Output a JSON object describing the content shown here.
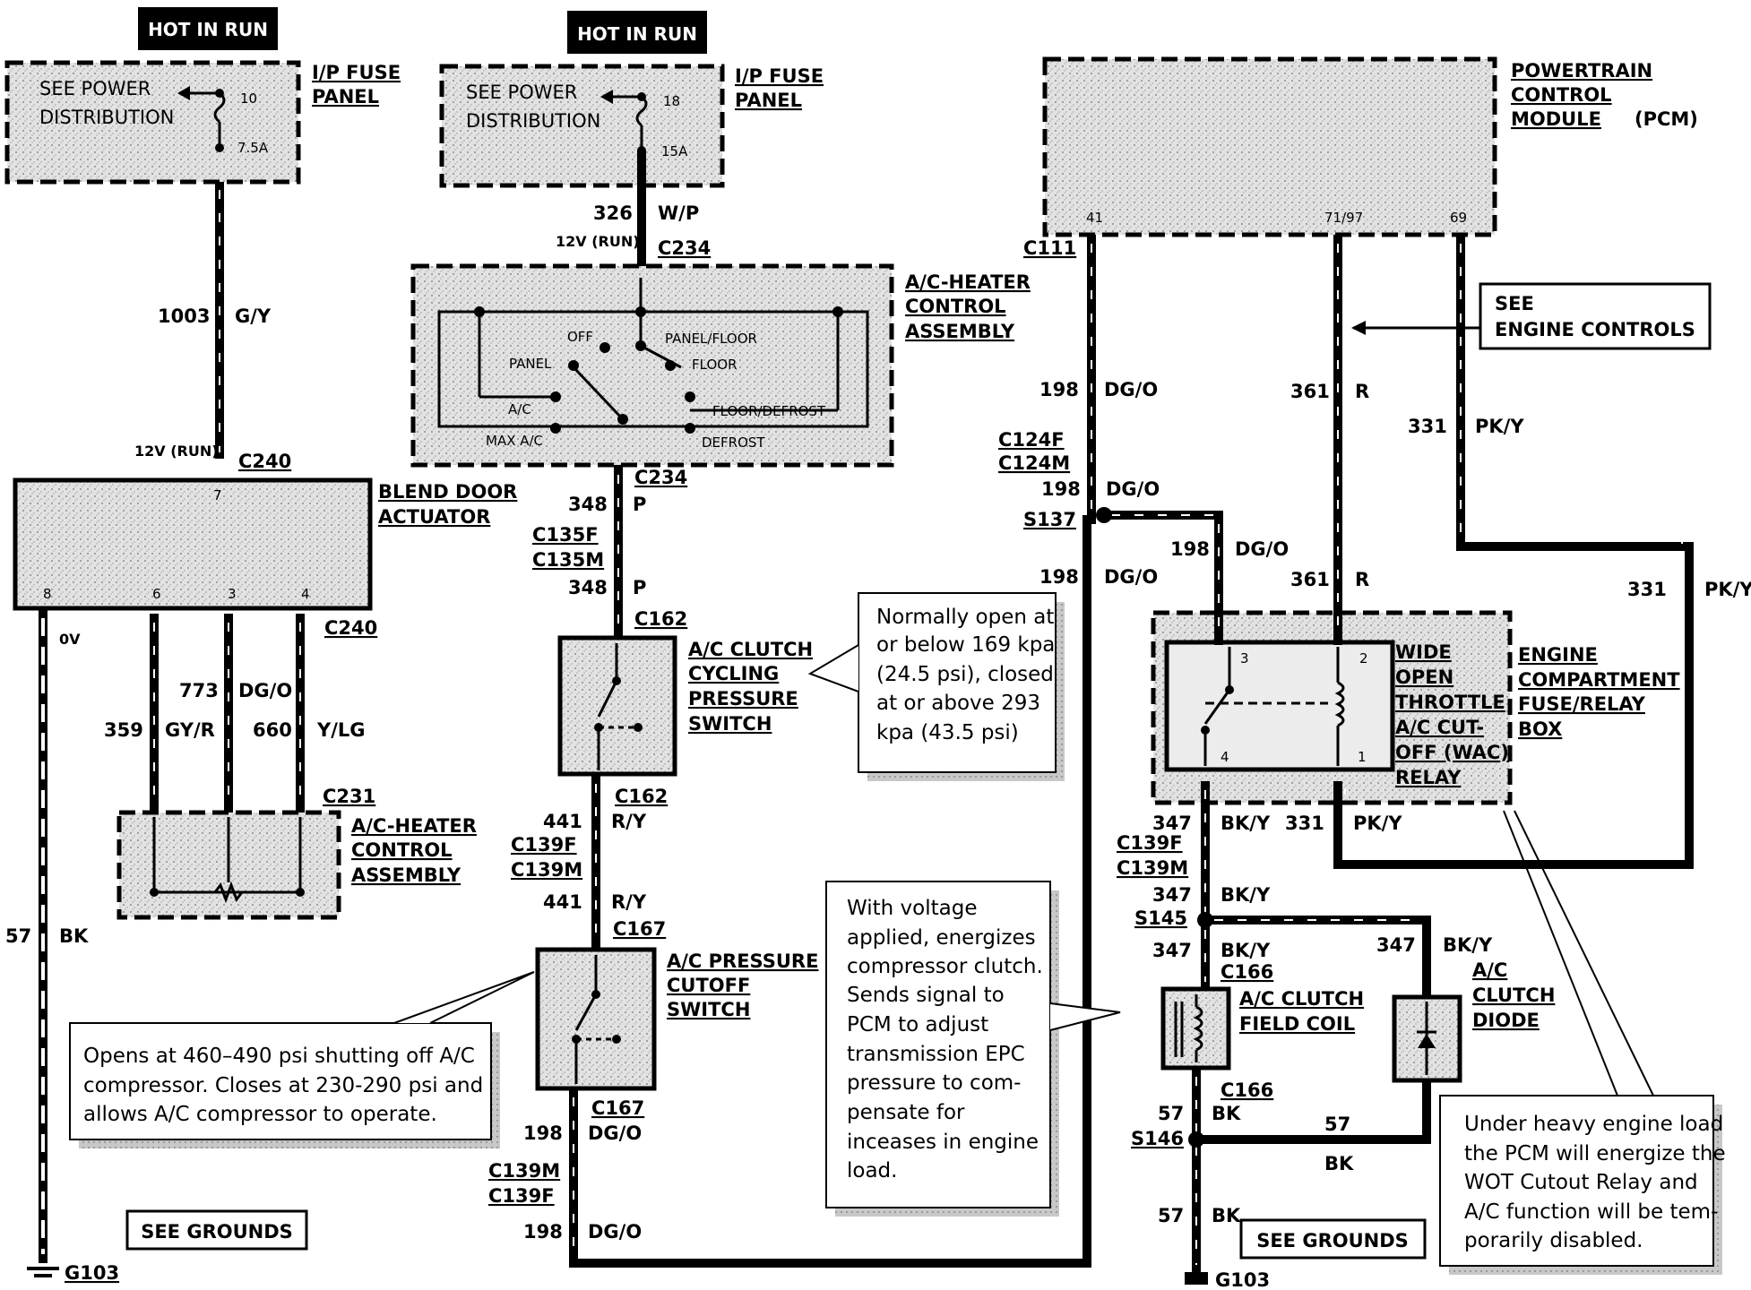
{
  "hot_label": "HOT IN RUN",
  "fuse1": {
    "dist": [
      "SEE POWER",
      "DISTRIBUTION"
    ],
    "panel": [
      "I/P FUSE",
      "PANEL"
    ],
    "num": "10",
    "amp": "7.5A"
  },
  "fuse2": {
    "dist": [
      "SEE POWER",
      "DISTRIBUTION"
    ],
    "panel": [
      "I/P FUSE",
      "PANEL"
    ],
    "num": "18",
    "amp": "15A"
  },
  "pcm": {
    "title": [
      "POWERTRAIN",
      "CONTROL",
      "MODULE"
    ],
    "suffix": "(PCM)",
    "pins": [
      "41",
      "71/97",
      "69"
    ]
  },
  "engine_controls": [
    "SEE",
    "ENGINE CONTROLS"
  ],
  "hvac": {
    "title": [
      "A/C-HEATER",
      "CONTROL",
      "ASSEMBLY"
    ],
    "modes": [
      "OFF",
      "PANEL/FLOOR",
      "PANEL",
      "FLOOR",
      "A/C",
      "FLOOR/DEFROST",
      "MAX A/C",
      "DEFROST"
    ]
  },
  "blend_door": {
    "title": [
      "BLEND DOOR",
      "ACTUATOR"
    ],
    "pins": [
      "7",
      "8",
      "6",
      "3",
      "4"
    ],
    "ov": "0V"
  },
  "hvac2": {
    "title": [
      "A/C-HEATER",
      "CONTROL",
      "ASSEMBLY"
    ]
  },
  "cycling": {
    "title": [
      "A/C CLUTCH",
      "CYCLING",
      "PRESSURE",
      "SWITCH"
    ]
  },
  "cutoff": {
    "title": [
      "A/C PRESSURE",
      "CUTOFF",
      "SWITCH"
    ]
  },
  "wac": {
    "title": [
      "WIDE",
      "OPEN",
      "THROTTLE",
      "A/C CUT-",
      "OFF (WAC)",
      "RELAY"
    ],
    "pins": [
      "3",
      "2",
      "4",
      "1"
    ]
  },
  "fuse_box": [
    "ENGINE",
    "COMPARTMENT",
    "FUSE/RELAY",
    "BOX"
  ],
  "field_coil": [
    "A/C CLUTCH",
    "FIELD COIL"
  ],
  "diode": [
    "A/C",
    "CLUTCH",
    "DIODE"
  ],
  "notes": {
    "cycling": [
      "Normally open at",
      "or below 169 kpa",
      "(24.5 psi), closed",
      "at or above 293",
      "kpa (43.5 psi)"
    ],
    "cutoff": [
      "Opens at 460–490 psi shutting off A/C",
      "compressor. Closes at  230-290 psi and",
      "allows A/C compressor to  operate."
    ],
    "voltage": [
      "With voltage",
      "applied, energizes",
      "compressor clutch.",
      "Sends signal to",
      "PCM to adjust",
      "transmission EPC",
      "pressure to com-",
      "pensate for",
      "inceases in engine",
      "load."
    ],
    "wot": [
      "Under heavy engine load",
      "the PCM will energize the",
      "WOT Cutout Relay and",
      "A/C function will be tem-",
      "porarily disabled."
    ]
  },
  "grounds": {
    "see": "SEE GROUNDS",
    "g103": "G103"
  },
  "connectors": {
    "c240": "C240",
    "c234": "C234",
    "c111": "C111",
    "c124f": "C124F",
    "c124m": "C124M",
    "s137": "S137",
    "c135f": "C135F",
    "c135m": "C135M",
    "c162": "C162",
    "c231": "C231",
    "c139f": "C139F",
    "c139m": "C139M",
    "c167": "C167",
    "s145": "S145",
    "c166": "C166",
    "s146": "S146"
  },
  "wires": {
    "w1003": "1003",
    "gy": "G/Y",
    "v12run": "12V (RUN)",
    "w326": "326",
    "wp": "W/P",
    "w348": "348",
    "p": "P",
    "w441": "441",
    "ry": "R/Y",
    "w198": "198",
    "dgo": "DG/O",
    "w361": "361",
    "r": "R",
    "w331": "331",
    "pky": "PK/Y",
    "w347": "347",
    "bky": "BK/Y",
    "w57": "57",
    "bk": "BK",
    "w773": "773",
    "w359": "359",
    "gyr": "GY/R",
    "w660": "660",
    "ylg": "Y/LG"
  }
}
